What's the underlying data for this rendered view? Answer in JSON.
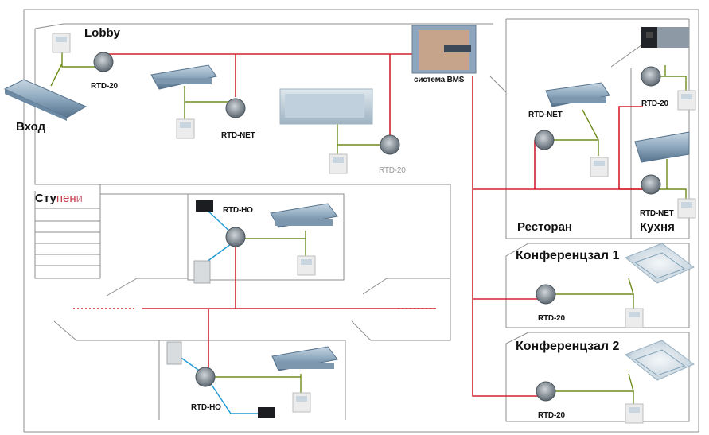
{
  "labels": {
    "lobby": "Lobby",
    "entrance": "Вход",
    "bms": "система BMS",
    "stairs": {
      "a": "Сту",
      "b": "пен",
      "c": "и"
    },
    "restaurant": "Ресторан",
    "kitchen": "Кухня",
    "conf1": "Конференцзал 1",
    "conf2": "Конференцзал 2"
  },
  "devices": {
    "rtd20": "RTD-20",
    "rtdnet": "RTD-NET",
    "rtdho": "RTD-HO"
  },
  "colors": {
    "wall": "#8c8c8c",
    "bus": "#d2202e",
    "control": "#6e8b1e",
    "sensor": "#1e9ad6",
    "device": "#7f8b96",
    "unit": "#6f8fa8"
  }
}
